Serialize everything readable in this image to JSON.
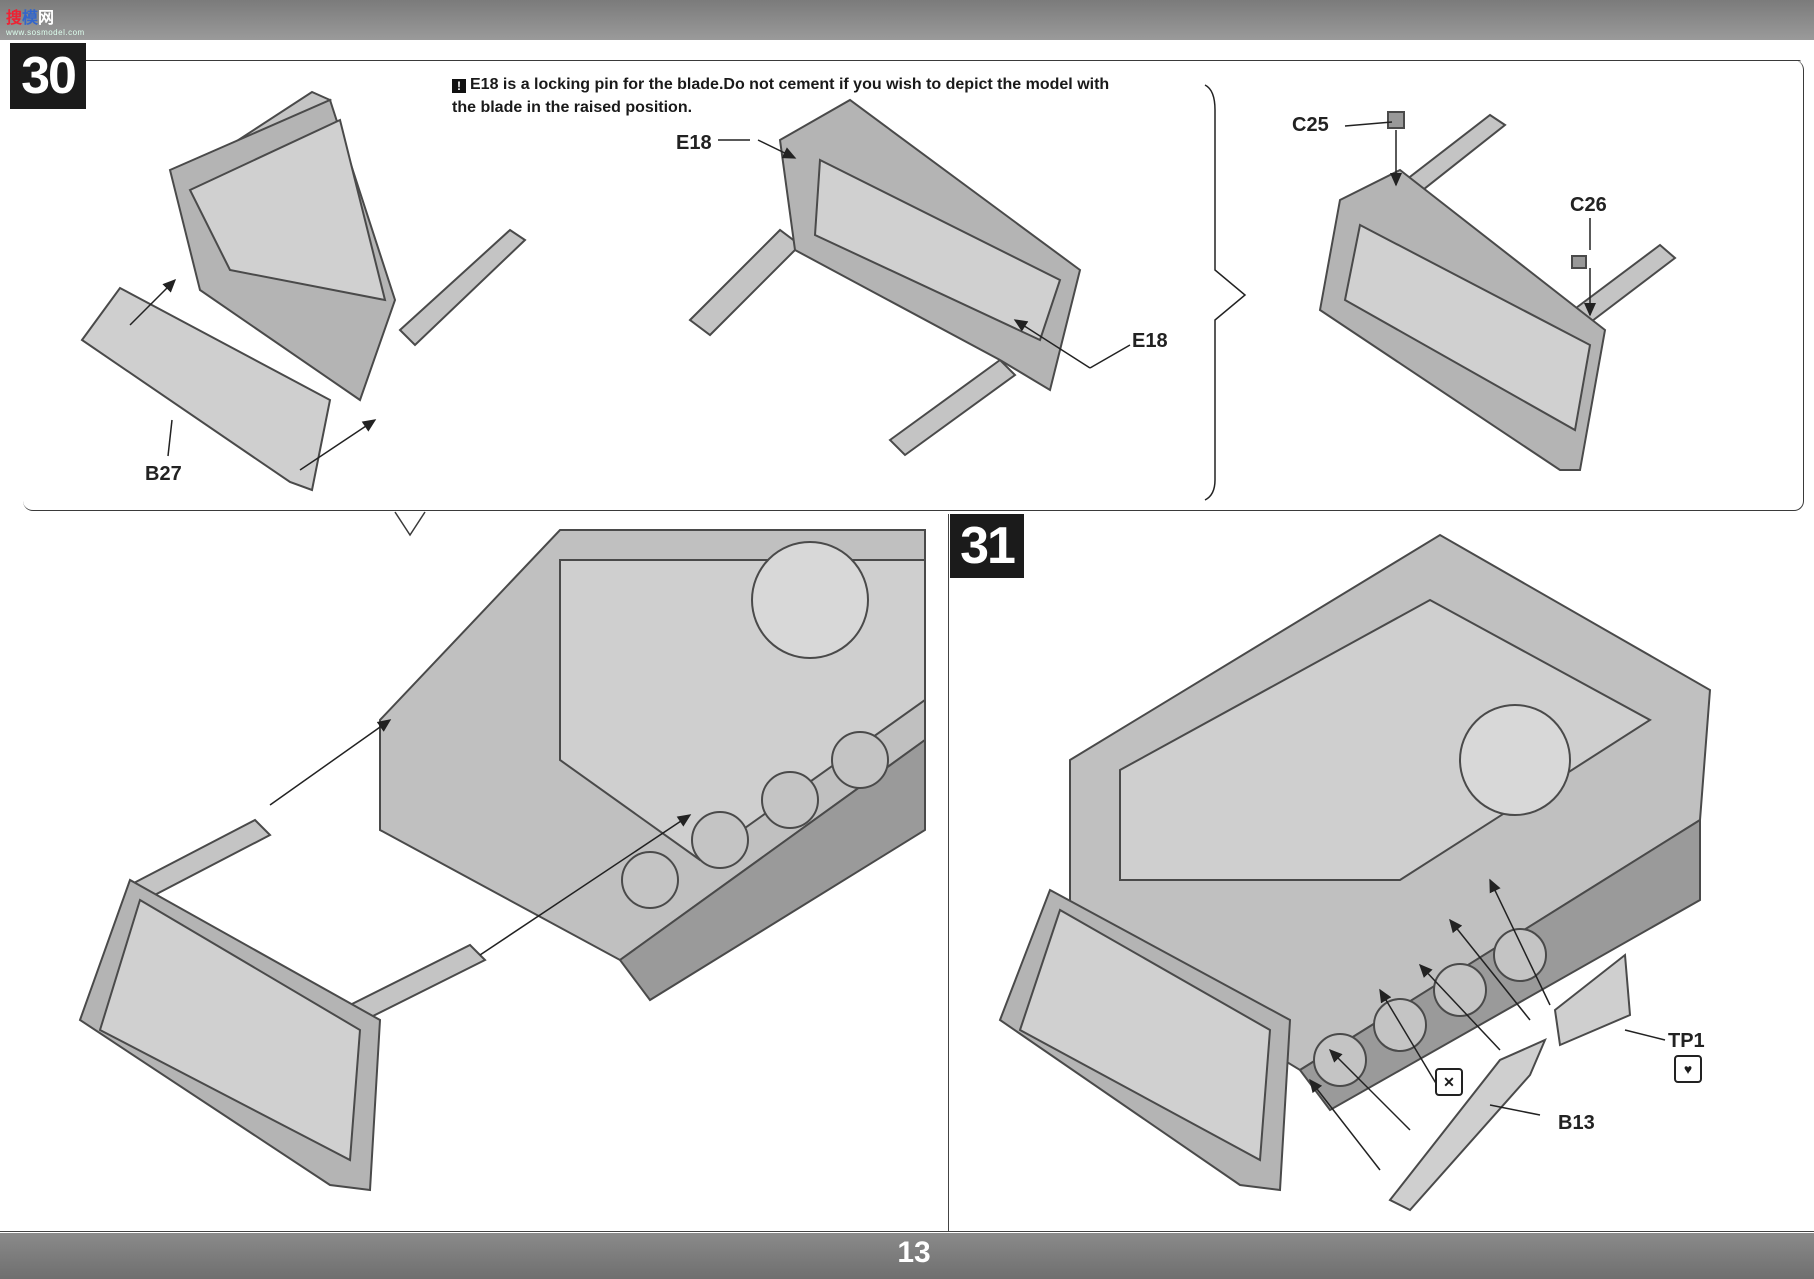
{
  "logo": {
    "text": "搜模网",
    "sub": "www.sosmodel.com"
  },
  "page_number": "13",
  "step30": {
    "number": "30",
    "notice": "E18 is a locking pin for the blade.Do not cement if  you wish to depict the model with",
    "notice_line2": "the blade in the raised position.",
    "labels": {
      "b27": "B27",
      "e18_top": "E18",
      "e18_right": "E18",
      "c25": "C25",
      "c26": "C26"
    }
  },
  "step31": {
    "number": "31",
    "labels": {
      "tp1": "TP1",
      "b13": "B13"
    },
    "icons": {
      "tp1_icon": "heart-pattern-icon",
      "no_glue_icon": "no-glue-icon"
    }
  },
  "colors": {
    "part_fill": "#bdbdbd",
    "part_stroke": "#4a4a4a",
    "step_box": "#1b1b1b",
    "bar": "#8a8a8a"
  }
}
